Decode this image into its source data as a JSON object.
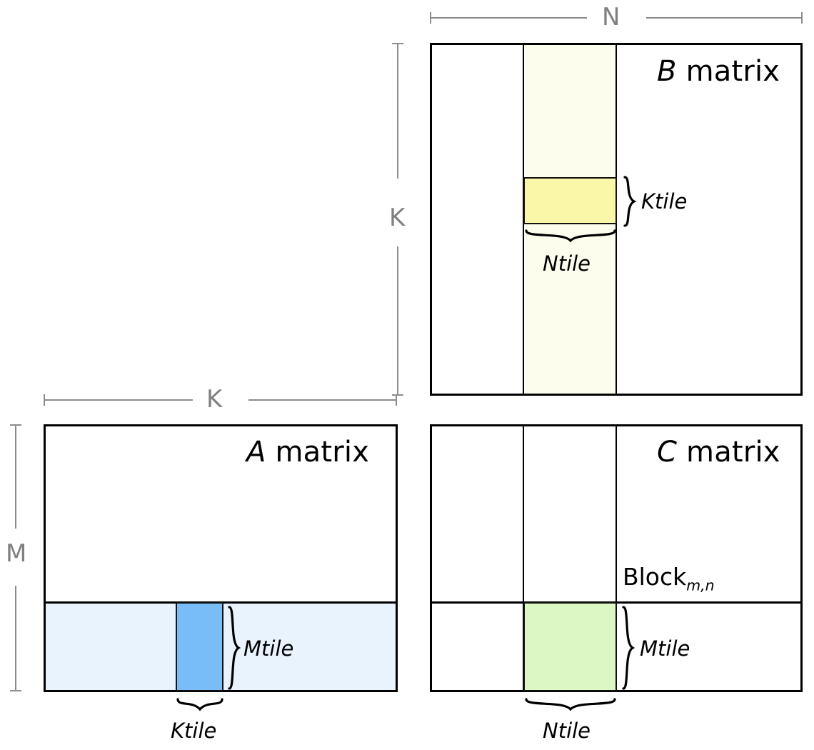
{
  "diagram": {
    "title_semantics": "tiled-matrix-multiplication-blocking-diagram",
    "matrices": {
      "a": {
        "title_italic": "A",
        "title_rest": " matrix",
        "row_strip_color": "#e8f3fd",
        "tile_color": "#78bdf5",
        "tile_label_horizontal": "Ktile",
        "tile_label_vertical": "Mtile"
      },
      "b": {
        "title_italic": "B",
        "title_rest": " matrix",
        "col_strip_color": "#fdfdee",
        "tile_color": "#fbf7a8",
        "tile_label_horizontal": "Ntile",
        "tile_label_vertical": "Ktile"
      },
      "c": {
        "title_italic": "C",
        "title_rest": " matrix",
        "tile_color": "#ddf7c4",
        "tile_label_horizontal": "Ntile",
        "tile_label_vertical": "Mtile",
        "block_label_main": "Block",
        "block_label_sub": "m,n"
      }
    },
    "dimensions": {
      "n": "N",
      "k_vertical": "K",
      "k_horizontal": "K",
      "m": "M",
      "line_color": "#8c8c8c",
      "label_color": "#808080"
    }
  }
}
